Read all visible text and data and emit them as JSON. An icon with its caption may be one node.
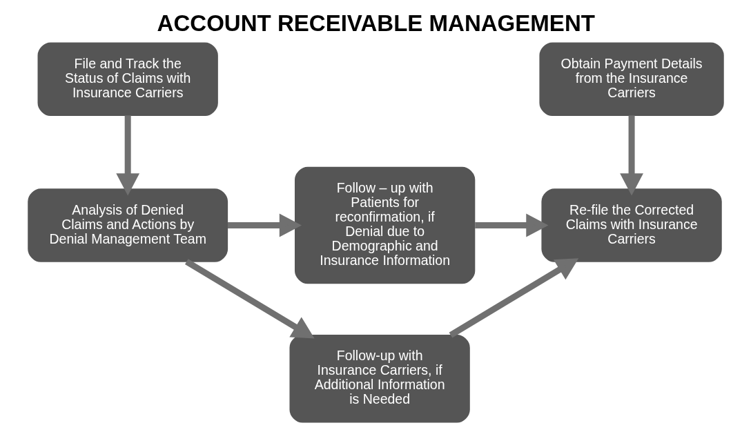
{
  "diagram": {
    "title": "ACCOUNT RECEIVABLE MANAGEMENT",
    "nodes": [
      {
        "text": [
          "File and Track the Status of Claims with Insurance Carriers"
        ]
      },
      {
        "text": [
          "Obtain Payment Details from the Insurance Carriers"
        ]
      },
      {
        "text": [
          "Analysis of Denied Claims and Actions by Denial Management Team"
        ]
      },
      {
        "text": [
          "Follow – up with Patients for reconfirmation, if Denial due to Demographic and Insurance Information"
        ]
      },
      {
        "text": [
          "Re-file the Corrected Claims with Insurance Carriers"
        ]
      },
      {
        "text": [
          "Follow-up with Insurance Carriers, if Additional Information is Needed"
        ]
      }
    ],
    "edges": [
      {
        "from": 0,
        "to": 2,
        "arrow": "to"
      },
      {
        "from": 1,
        "to": 4,
        "arrow": "to"
      },
      {
        "from": 2,
        "to": 3,
        "arrow": "to"
      },
      {
        "from": 3,
        "to": 4,
        "arrow": "to"
      },
      {
        "from": 2,
        "to": 5,
        "arrow": "to"
      },
      {
        "from": 5,
        "to": 4,
        "arrow": "to"
      }
    ]
  }
}
